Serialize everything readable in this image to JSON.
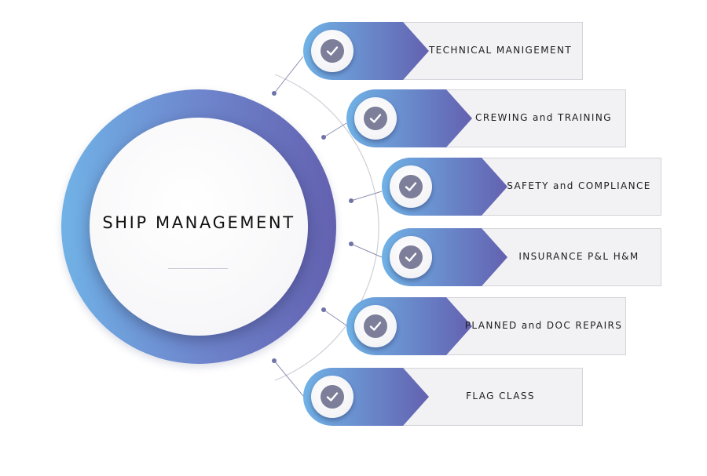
{
  "diagram": {
    "center_title": "SHIP MANAGEMENT",
    "items": [
      {
        "label": "TECHNICAL MANIGEMENT"
      },
      {
        "label": "CREWING and TRAINING"
      },
      {
        "label": "SAFETY and COMPLIANCE"
      },
      {
        "label": "INSURANCE P&L H&M"
      },
      {
        "label": "PLANNED and DOC REPAIRS"
      },
      {
        "label": "FLAG CLASS"
      }
    ],
    "colors": {
      "gradient_light": "#70b2e6",
      "gradient_dark": "#6361b0",
      "panel": "#f2f2f4",
      "check_badge": "#7d7f9a",
      "connector": "#c8c8d2",
      "node_dot": "#6f73a8"
    },
    "item_icon": "check-icon"
  }
}
